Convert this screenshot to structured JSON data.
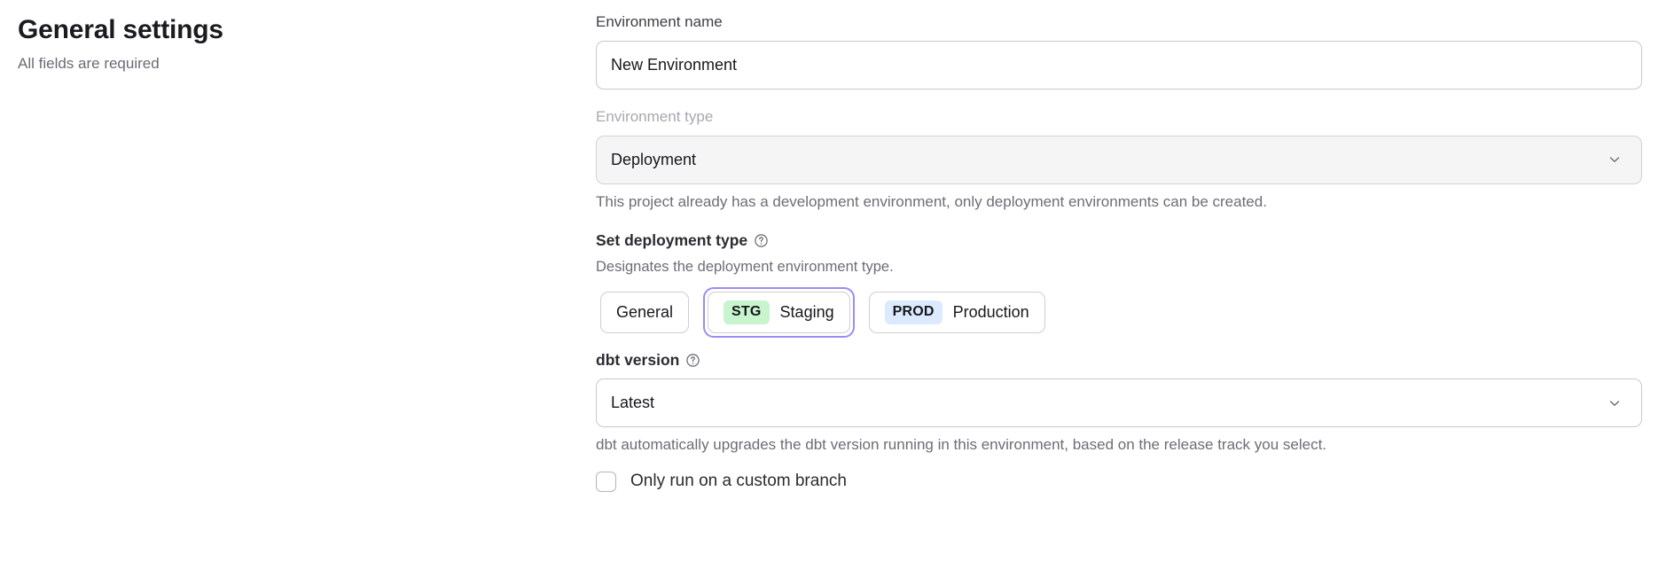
{
  "header": {
    "title": "General settings",
    "subtitle": "All fields are required"
  },
  "form": {
    "environment_name": {
      "label": "Environment name",
      "value": "New Environment",
      "placeholder": "Environment name"
    },
    "environment_type": {
      "label": "Environment type",
      "value": "Deployment",
      "options": [
        "Deployment"
      ],
      "helper": "This project already has a development environment, only deployment environments can be created.",
      "chevron_icon": "chevron-down-icon",
      "disabled": true
    },
    "deployment_type": {
      "label": "Set deployment type",
      "help_icon": "question-circle-icon",
      "description": "Designates the deployment environment type.",
      "options": [
        {
          "badge": "",
          "label": "General",
          "selected": false,
          "badge_color": ""
        },
        {
          "badge": "STG",
          "label": "Staging",
          "selected": true,
          "badge_color": "#c8f5cd"
        },
        {
          "badge": "PROD",
          "label": "Production",
          "selected": false,
          "badge_color": "#dbeafe"
        }
      ],
      "focus_ring_color": "#9b8cf5"
    },
    "dbt_version": {
      "label": "dbt version",
      "help_icon": "question-circle-icon",
      "value": "Latest",
      "options": [
        "Latest"
      ],
      "helper": "dbt automatically upgrades the dbt version running in this environment, based on the release track you select.",
      "chevron_icon": "chevron-down-icon"
    },
    "custom_branch": {
      "label": "Only run on a custom branch",
      "checked": false
    }
  }
}
